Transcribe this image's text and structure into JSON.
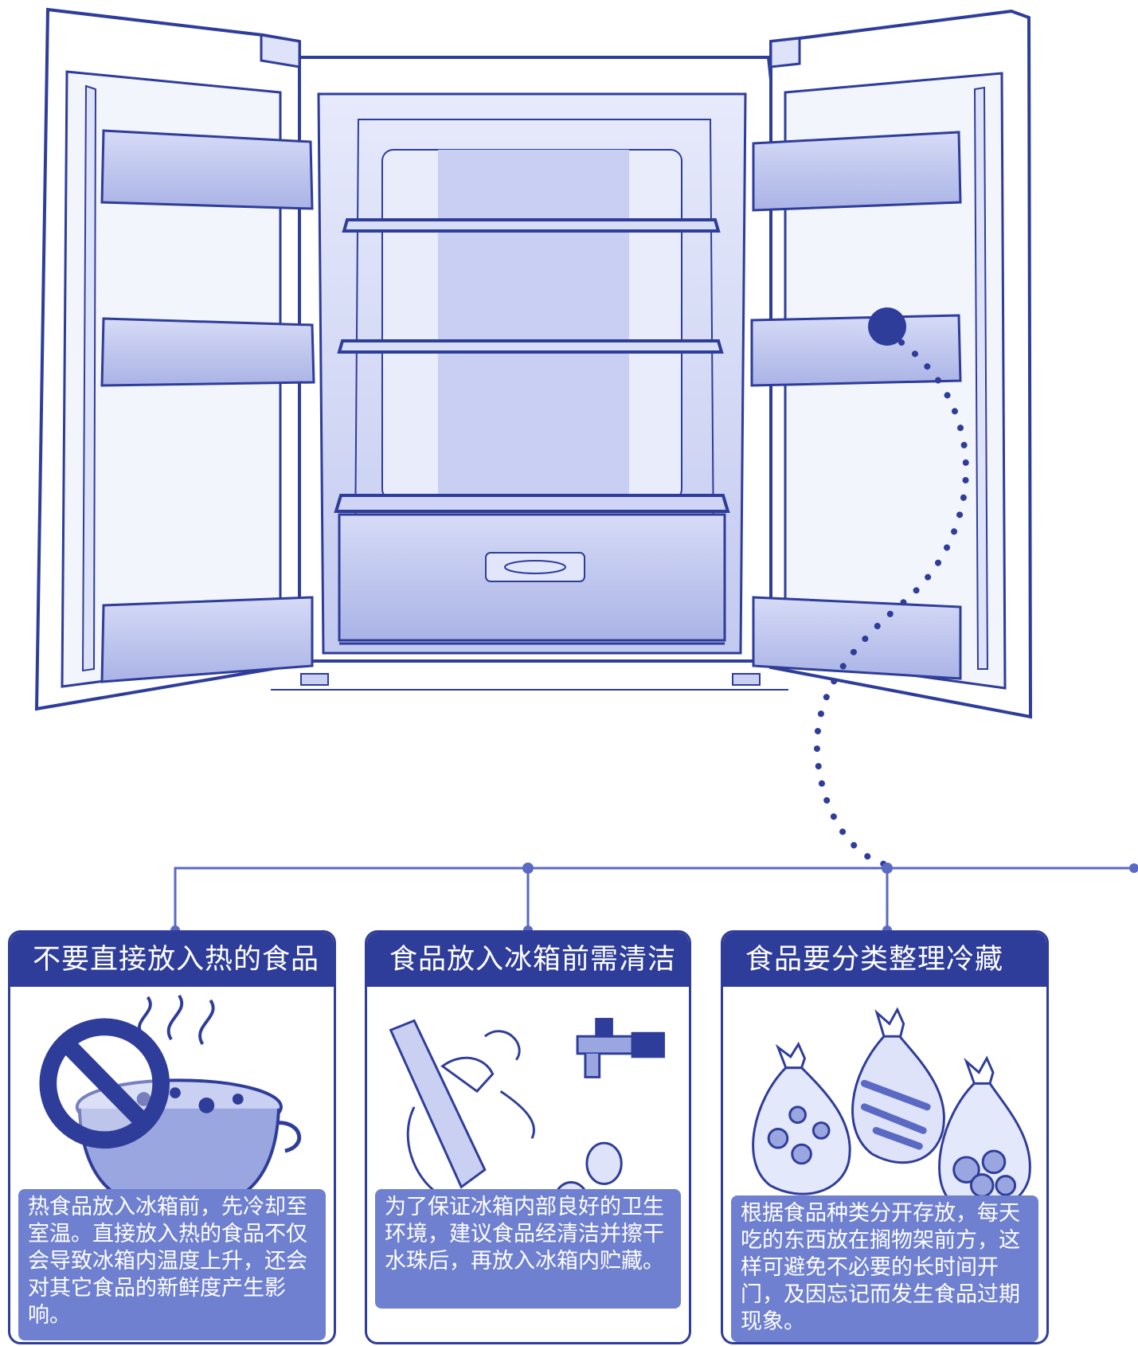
{
  "colors": {
    "primary": "#2f3d9a",
    "fill_light": "#c9d0f2",
    "fill_mid": "#9aa6e0",
    "text_box": "#6f80d0",
    "background": "#ffffff"
  },
  "cards": [
    {
      "title": "不要直接放入热的食品",
      "icon": "no-hot-food-pot-icon",
      "text": "热食品放入冰箱前，先冷却至室温。直接放入热的食品不仅会导致冰箱内温度上升，还会对其它食品的新鲜度产生影响。"
    },
    {
      "title": "食品放入冰箱前需清洁",
      "icon": "clean-bottle-faucet-icon",
      "text": "为了保证冰箱内部良好的卫生环境，建议食品经清洁并擦干水珠后，再放入冰箱内贮藏。"
    },
    {
      "title": "食品要分类整理冷藏",
      "icon": "sorted-food-bags-icon",
      "text": "根据食品种类分开存放，每天吃的东西放在搁物架前方，这样可避免不必要的长时间开门，及因忘记而发生食品过期现象。"
    }
  ]
}
